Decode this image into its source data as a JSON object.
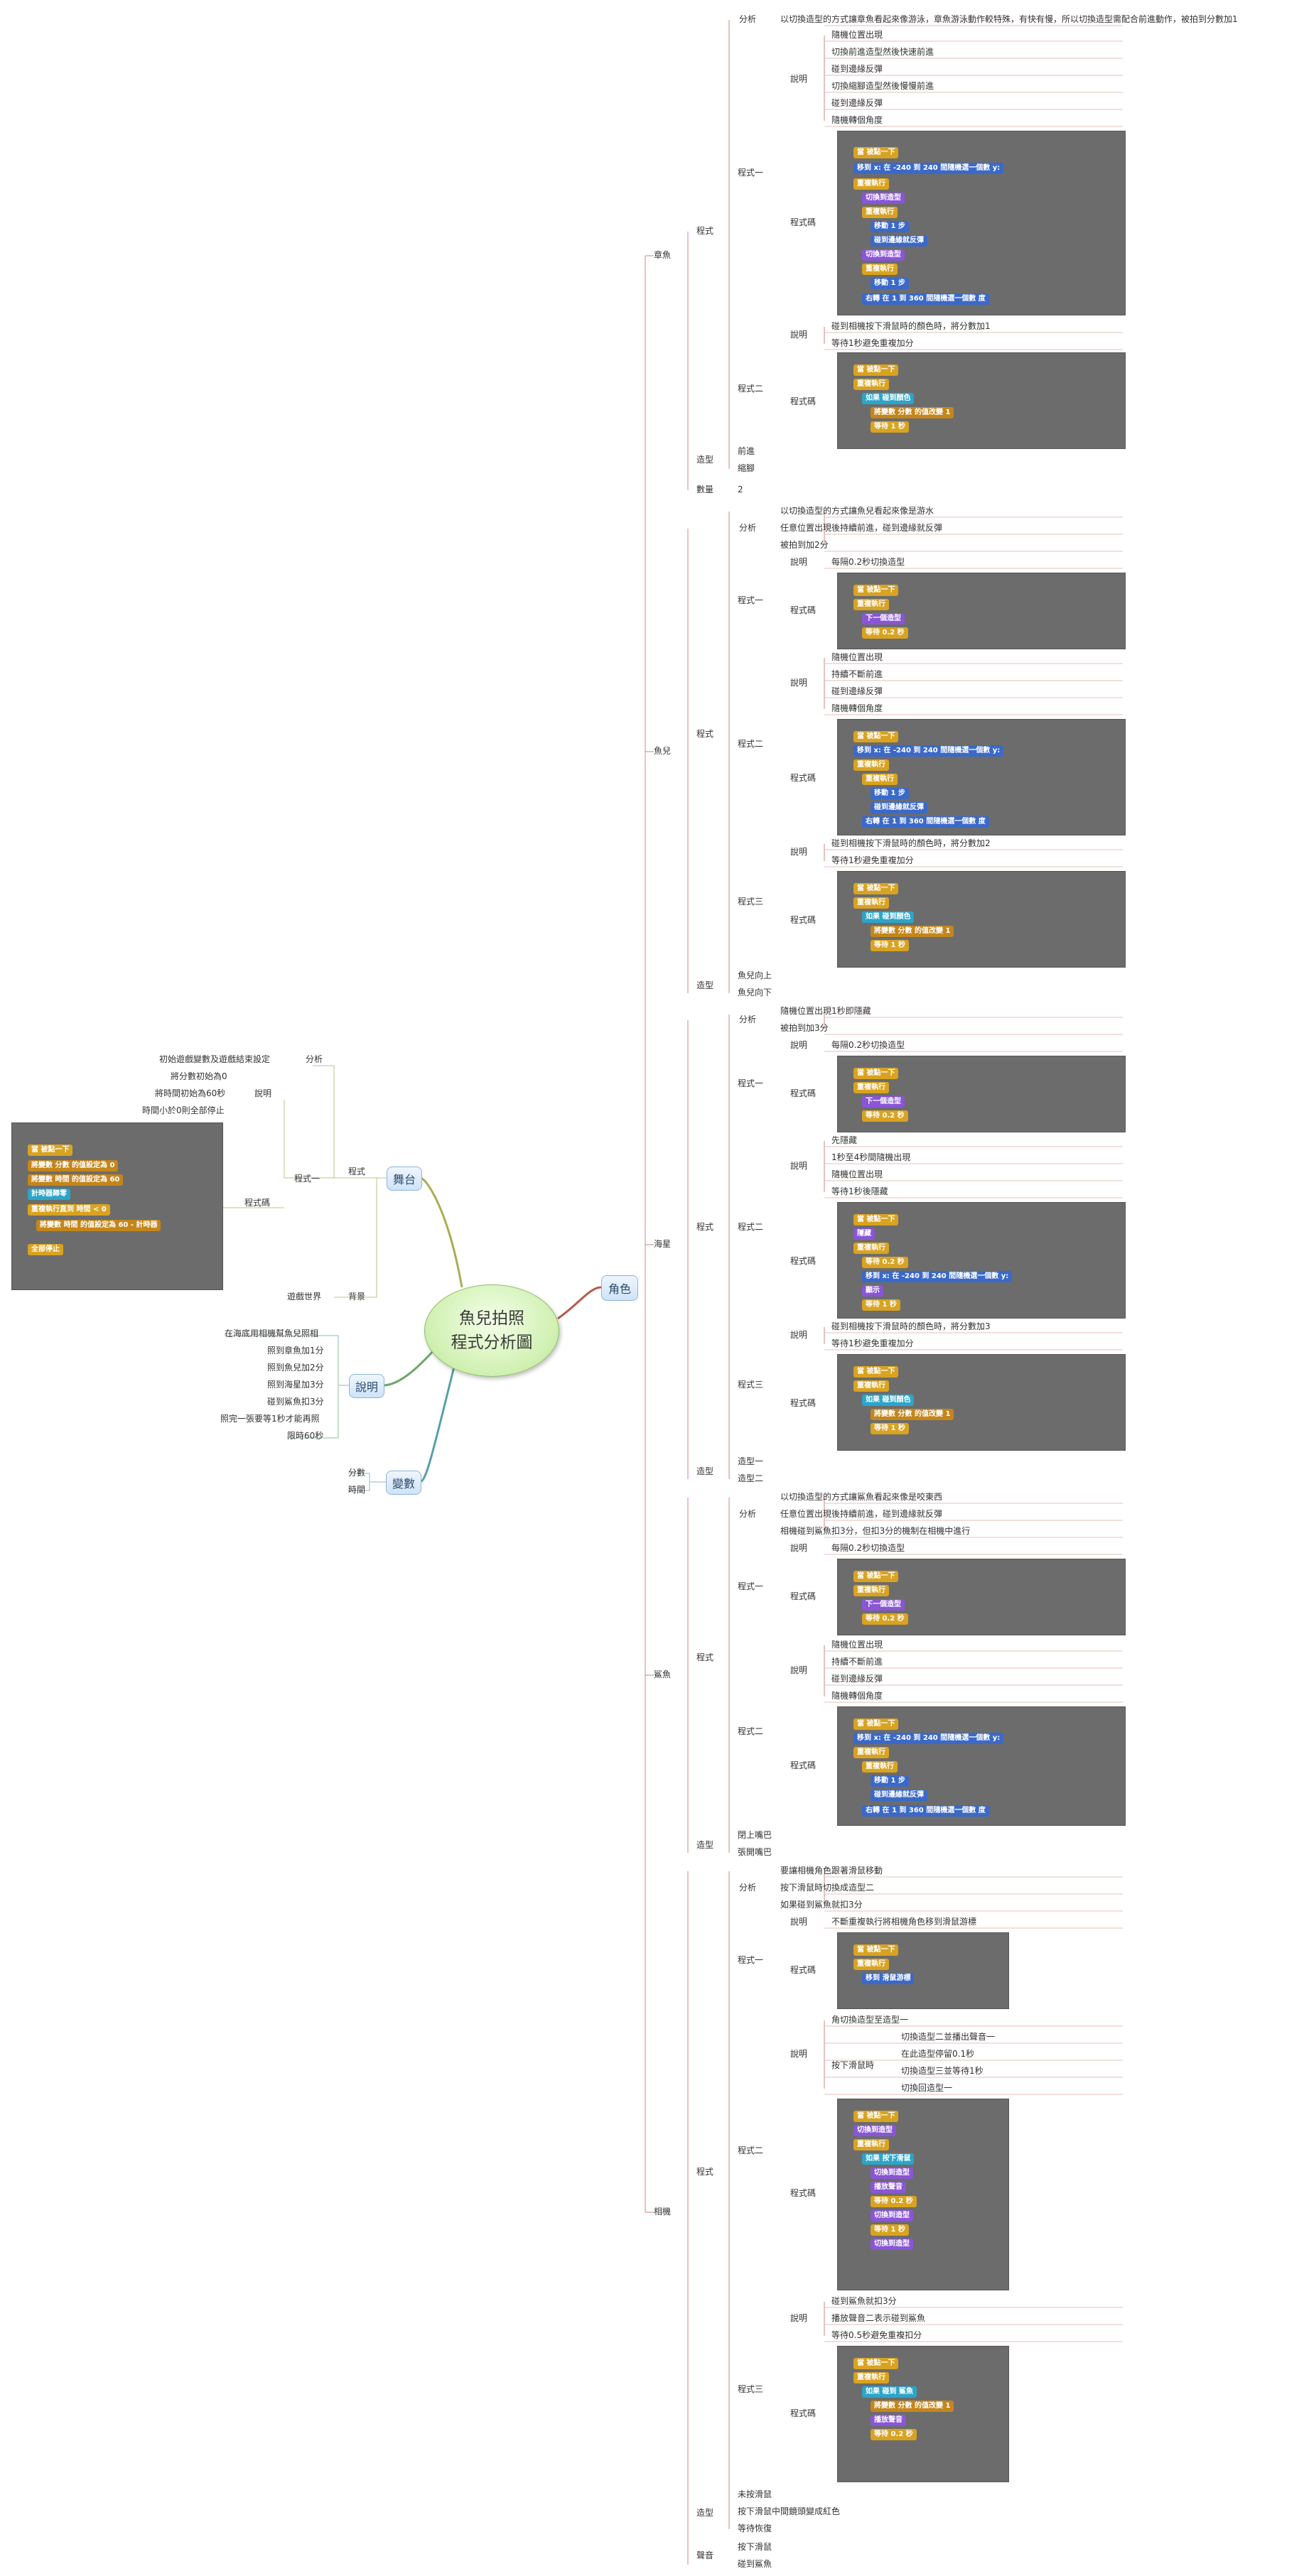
{
  "root": {
    "title_line1": "魚兒拍照",
    "title_line2": "程式分析圖"
  },
  "main_nodes": {
    "character": "角色",
    "stage": "舞台",
    "explain": "說明",
    "variables": "變數"
  },
  "common": {
    "program": "程式",
    "program1": "程式一",
    "program2": "程式二",
    "program3": "程式三",
    "analysis": "分析",
    "explanation": "說明",
    "code": "程式碼",
    "costume": "造型",
    "quantity": "數量",
    "sound": "聲音"
  },
  "stage": {
    "analysis": "初始遊戲變數及遊戲結束設定",
    "desc": [
      "將分數初始為0",
      "將時間初始為60秒",
      "時間小於0則全部停止"
    ],
    "background_label": "遊戲世界",
    "background": "背景"
  },
  "explain_items": [
    "在海底用相機幫魚兒照相",
    "照到章魚加1分",
    "照到魚兒加2分",
    "照到海星加3分",
    "碰到鯊魚扣3分",
    "照完一張要等1秒才能再照",
    "限時60秒"
  ],
  "variable_items": [
    "分數",
    "時間"
  ],
  "characters": {
    "octopus": {
      "name": "章魚",
      "analysis": "以切換造型的方式讓章魚看起來像游泳，章魚游泳動作較特殊，有快有慢，所以切換造型需配合前進動作，被拍到分數加1",
      "p1_desc": [
        "隨機位置出現",
        "切換前進造型然後快速前進",
        "碰到邊緣反彈",
        "切換縮腳造型然後慢慢前進",
        "碰到邊緣反彈",
        "隨機轉個角度"
      ],
      "p2_desc": [
        "碰到相機按下滑鼠時的顏色時，將分數加1",
        "等待1秒避免重複加分"
      ],
      "costumes": [
        "前進",
        "縮腳"
      ],
      "quantity": "2"
    },
    "fish": {
      "name": "魚兒",
      "analysis": [
        "以切換造型的方式讓魚兒看起來像是游水",
        "任意位置出現後持續前進，碰到邊緣就反彈",
        "被拍到加2分"
      ],
      "p1_desc": "每隔0.2秒切換造型",
      "p2_desc": [
        "隨機位置出現",
        "持續不斷前進",
        "碰到邊緣反彈",
        "隨機轉個角度"
      ],
      "p3_desc": [
        "碰到相機按下滑鼠時的顏色時，將分數加2",
        "等待1秒避免重複加分"
      ],
      "costumes": [
        "魚兒向上",
        "魚兒向下"
      ]
    },
    "starfish": {
      "name": "海星",
      "analysis": [
        "隨機位置出現1秒即隱藏",
        "被拍到加3分"
      ],
      "p1_desc": "每隔0.2秒切換造型",
      "p2_desc": [
        "先隱藏",
        "1秒至4秒間隨機出現",
        "隨機位置出現",
        "等待1秒後隱藏"
      ],
      "p3_desc": [
        "碰到相機按下滑鼠時的顏色時，將分數加3",
        "等待1秒避免重複加分"
      ],
      "costumes": [
        "造型一",
        "造型二"
      ]
    },
    "shark": {
      "name": "鯊魚",
      "analysis": [
        "以切換造型的方式讓鯊魚看起來像是咬東西",
        "任意位置出現後持續前進，碰到邊緣就反彈",
        "相機碰到鯊魚扣3分，但扣3分的機制在相機中進行"
      ],
      "p1_desc": "每隔0.2秒切換造型",
      "p2_desc": [
        "隨機位置出現",
        "持續不斷前進",
        "碰到邊緣反彈",
        "隨機轉個角度"
      ],
      "costumes": [
        "閉上嘴巴",
        "張開嘴巴"
      ]
    },
    "camera": {
      "name": "相機",
      "analysis": [
        "要讓相機角色跟著滑鼠移動",
        "按下滑鼠時切換成造型二",
        "如果碰到鯊魚就扣3分"
      ],
      "p1_desc": "不斷重複執行將相機角色移到滑鼠游標",
      "p2_desc": "角切換造型至造型一",
      "p2_click": "按下滑鼠時",
      "p2_click_items": [
        "切換造型二並播出聲音一",
        "在此造型停留0.1秒",
        "切換造型三並等待1秒",
        "切換回造型一"
      ],
      "p3_desc": [
        "碰到鯊魚就扣3分",
        "播放聲音二表示碰到鯊魚",
        "等待0.5秒避免重複扣分"
      ],
      "costumes": [
        "未按滑鼠",
        "按下滑鼠中間鏡頭變成紅色",
        "等待恢復"
      ],
      "sounds": [
        "按下滑鼠",
        "碰到鯊魚"
      ]
    }
  },
  "blocks": {
    "when_flag": "當 被點一下",
    "forever": "重複執行",
    "goto_random": "移到 x: 在 -240 到 240 間隨機選一個數 y:",
    "switch_costume": "切換到造型",
    "next_costume": "下一個造型",
    "wait": "等待 0.2 秒",
    "move": "移動 1 步",
    "bounce": "碰到邊緣就反彈",
    "turn": "右轉 在 1 到 360 間隨機選一個數 度",
    "if_touch_color": "如果 碰到顏色",
    "change_score": "將變數 分數 的值改變 1",
    "wait1": "等待 1 秒",
    "hide": "隱藏",
    "show": "顯示",
    "goto_mouse": "移到 滑鼠游標",
    "if_mouse_down": "如果 按下滑鼠",
    "play_sound": "播放聲音",
    "if_touch_shark": "如果 碰到 鯊魚",
    "set_score": "將變數 分數 的值設定為 0",
    "set_time": "將變數 時間 的值設定為 60",
    "reset_timer": "計時器歸零",
    "repeat_until": "重複執行直到 時間 < 0",
    "set_time_calc": "將變數 時間 的值設定為 60 - 計時器",
    "stop_all": "全部停止"
  }
}
